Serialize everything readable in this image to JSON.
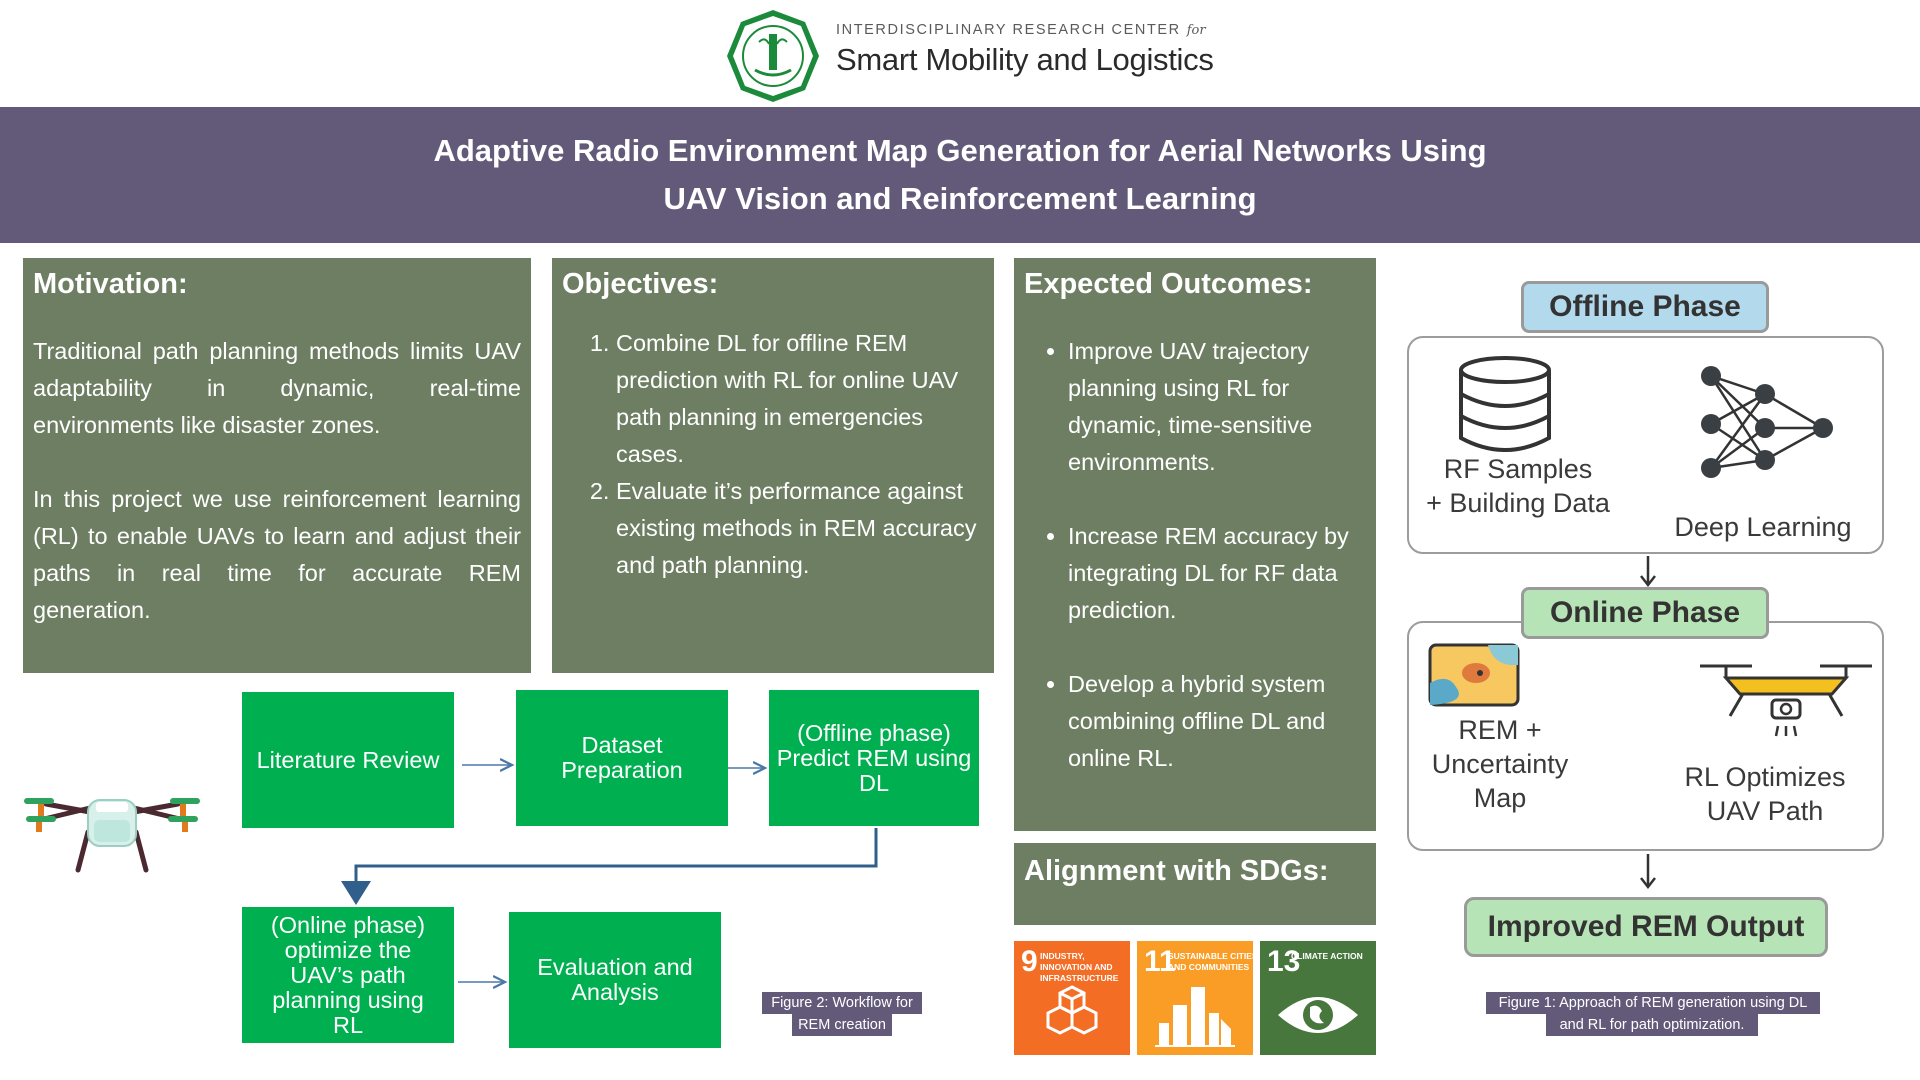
{
  "header": {
    "center_kicker": "INTERDISCIPLINARY RESEARCH CENTER",
    "center_for": "for",
    "center_name": "Smart Mobility and Logistics",
    "title_line1": "Adaptive Radio Environment Map Generation for Aerial Networks Using",
    "title_line2": "UAV Vision and Reinforcement Learning"
  },
  "motivation": {
    "heading": "Motivation:",
    "para1": "Traditional path planning methods limits UAV adaptability in dynamic, real-time environments like disaster zones.",
    "para2": "In this project we use reinforcement learning (RL) to enable UAVs to learn and adjust their paths in real time for accurate REM generation."
  },
  "objectives": {
    "heading": "Objectives:",
    "items": [
      "Combine DL for offline REM prediction with RL for online UAV path planning in emergencies cases.",
      "Evaluate it’s performance against existing methods in REM accuracy and path planning."
    ]
  },
  "outcomes": {
    "heading": "Expected Outcomes:",
    "items": [
      "Improve UAV trajectory planning using RL for dynamic, time-sensitive environments.",
      "Increase REM accuracy by integrating DL for RF data prediction.",
      "Develop a hybrid system combining offline DL and online RL."
    ]
  },
  "sdgs": {
    "heading": "Alignment with SDGs:",
    "tiles": [
      {
        "num": "9",
        "label": "INDUSTRY, INNOVATION AND INFRASTRUCTURE",
        "color": "#f36d25"
      },
      {
        "num": "11",
        "label": "SUSTAINABLE CITIES AND COMMUNITIES",
        "color": "#f99d26"
      },
      {
        "num": "13",
        "label": "CLIMATE ACTION",
        "color": "#48773e"
      }
    ]
  },
  "workflow": {
    "steps": [
      "Literature Review",
      "Dataset Preparation",
      "(Offline phase) Predict REM using DL",
      "(Online phase) optimize the UAV’s path planning using RL",
      "Evaluation and Analysis"
    ],
    "caption_line1": "Figure 2: Workflow for",
    "caption_line2": "REM creation"
  },
  "diagram": {
    "offline_phase": "Offline Phase",
    "rf_samples_line1": "RF Samples",
    "rf_samples_line2": "+ Building Data",
    "deep_learning": "Deep Learning",
    "online_phase": "Online Phase",
    "rem_line1": "REM +",
    "rem_line2": "Uncertainty",
    "rem_line3": "Map",
    "rl_line1": "RL Optimizes",
    "rl_line2": "UAV Path",
    "output": "Improved REM Output",
    "caption_line1": "Figure 1: Approach of REM generation using DL",
    "caption_line2": "and RL for path optimization.",
    "colors": {
      "offline": "#b3d9ec",
      "online": "#b7e4b6",
      "output": "#b7e4b6"
    }
  },
  "icons": [
    "university-seal-icon",
    "drone-icon",
    "database-icon",
    "neural-network-icon",
    "map-icon",
    "uav-icon"
  ]
}
